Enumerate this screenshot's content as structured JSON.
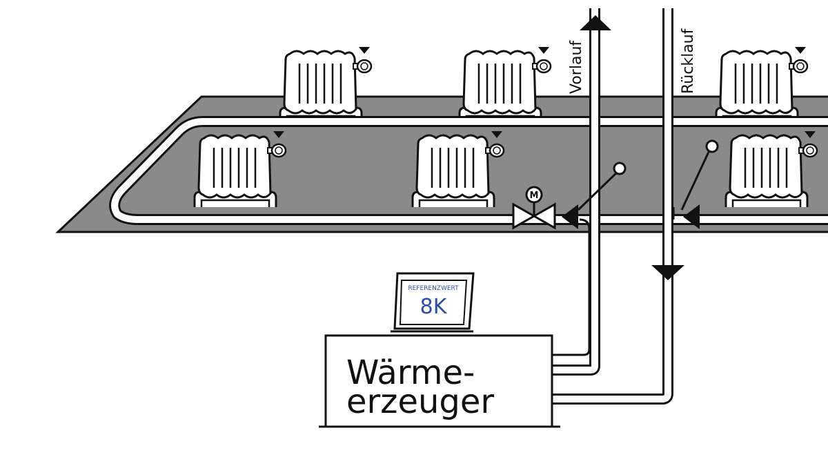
{
  "labels": {
    "supply": "Vorlauf",
    "return": "Rücklauf",
    "valve_motor": "M"
  },
  "display": {
    "title": "REFERENZWERT",
    "value": "8K"
  },
  "generator": {
    "line1": "Wärme-",
    "line2": "erzeuger"
  },
  "colors": {
    "floor": "#8a8a8a",
    "ink": "#111111",
    "pipe": "#ffffff",
    "display_text": "#2a4fa0"
  }
}
